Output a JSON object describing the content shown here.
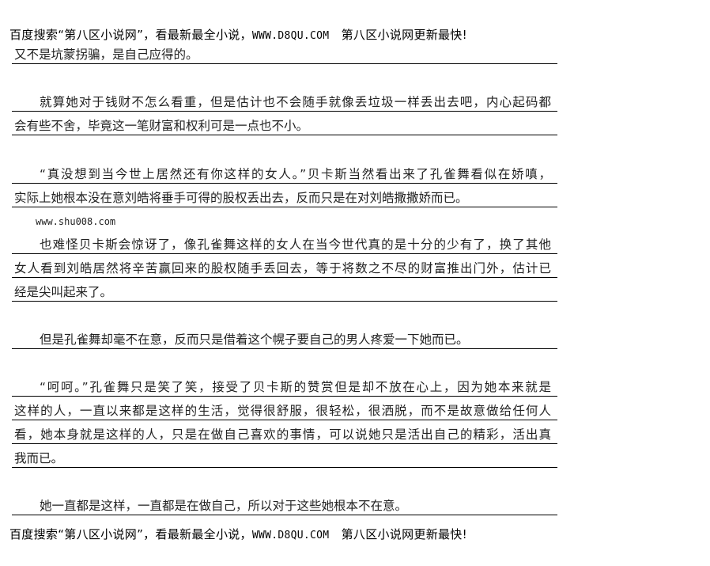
{
  "header": {
    "left": "百度搜索“第八区小说网”，看最新最全小说，",
    "url": "WWW.D8QU.COM",
    "right": "第八区小说网更新最快!"
  },
  "lines": [
    "又不是坑蒙拐骗，是自己应得的。",
    "就算她对于钱财不怎么看重，但是估计也不会随手就像丢垃圾一样丢出去吧，内心起码都",
    "会有些不舍，毕竟这一笔财富和权利可是一点也不小。",
    "“真没想到当今世上居然还有你这样的女人。”贝卡斯当然看出来了孔雀舞看似在娇嗔，",
    "实际上她根本没在意刘皓将垂手可得的股权丢出去，反而只是在对刘皓撒撒娇而已。",
    "也难怪贝卡斯会惊讶了，像孔雀舞这样的女人在当今世代真的是十分的少有了，换了其他",
    "女人看到刘皓居然将辛苦赢回来的股权随手丢回去，等于将数之不尽的财富推出门外，估计已",
    "经是尖叫起来了。",
    "但是孔雀舞却毫不在意，反而只是借着这个幌子要自己的男人疼爱一下她而已。",
    "“呵呵。”孔雀舞只是笑了笑，接受了贝卡斯的赞赏但是却不放在心上，因为她本来就是",
    "这样的人，一直以来都是这样的生活，觉得很舒服，很轻松，很洒脱，而不是故意做给任何人",
    "看，她本身就是这样的人，只是在做自己喜欢的事情，可以说她只是活出自己的精彩，活出真",
    "我而已。",
    "她一直都是这样，一直都是在做自己，所以对于这些她根本不在意。"
  ],
  "site_watermark": "www.shu008.com",
  "footer": {
    "left": "百度搜索“第八区小说网”，看最新最全小说，",
    "url": "WWW.D8QU.COM",
    "right": "第八区小说网更新最快!"
  }
}
